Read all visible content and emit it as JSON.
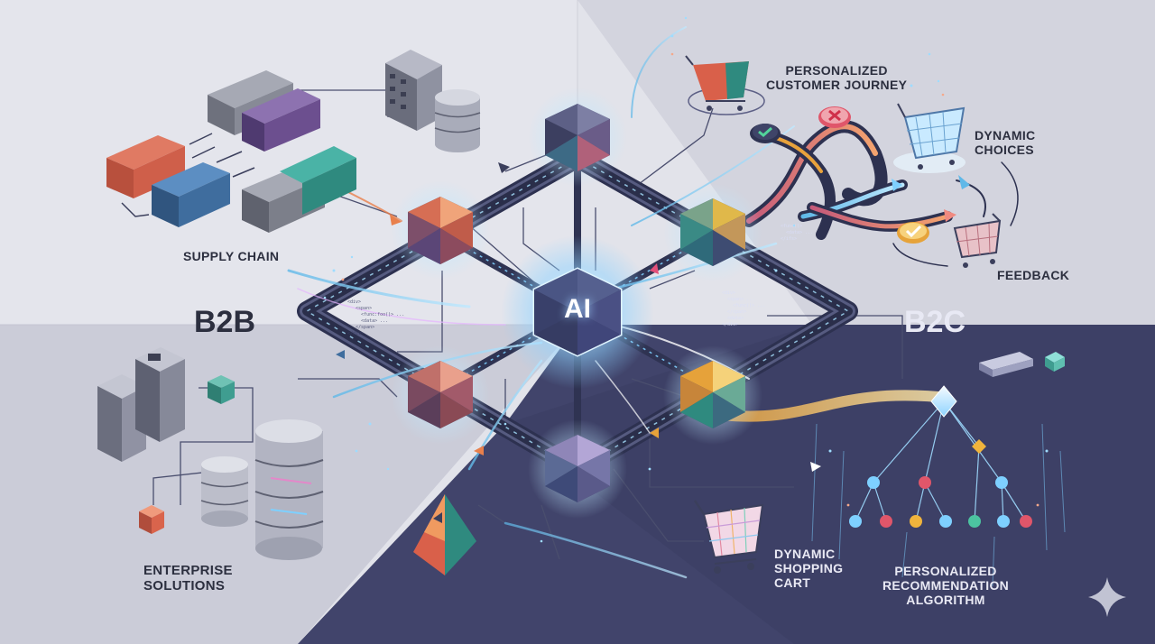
{
  "b2b": {
    "title": "B2B"
  },
  "b2c": {
    "title": "B2C"
  },
  "core": {
    "label": "AI"
  },
  "labels": {
    "supply_chain": "SUPPLY CHAIN",
    "enterprise_line1": "ENTERPRISE",
    "enterprise_line2": "SOLUTIONS",
    "journey_line1": "PERSONALIZED",
    "journey_line2": "CUSTOMER JOURNEY",
    "choices_line1": "DYNAMIC",
    "choices_line2": "CHOICES",
    "feedback": "FEEDBACK",
    "cart_line1": "DYNAMIC",
    "cart_line2": "SHOPPING",
    "cart_line3": "CART",
    "reco_line1": "PERSONALIZED",
    "reco_line2": "RECOMMENDATION",
    "reco_line3": "ALGORITHM"
  },
  "colors": {
    "bg_top_left": "#e4e5ec",
    "bg_top_right": "#d6d7e0",
    "bg_bottom_left": "#cfd0db",
    "bg_bottom_right": "#40436a",
    "track": "#3b3f5c",
    "glow": "#8fd3ff",
    "container_orange": "#d0604a",
    "container_blue": "#3f6d9e",
    "container_purple": "#6c4f8f",
    "container_teal": "#2f8a7f",
    "container_gray": "#7c7f8a",
    "check_green": "#4cc38a",
    "cross_red": "#e0566a",
    "check_amber": "#f0b43c"
  },
  "icons": [
    "shipping-container-icon",
    "office-building-icon",
    "database-icon",
    "shopping-cart-icon",
    "checkmark-icon",
    "cross-icon",
    "sparkle-icon",
    "tree-node-icon"
  ]
}
